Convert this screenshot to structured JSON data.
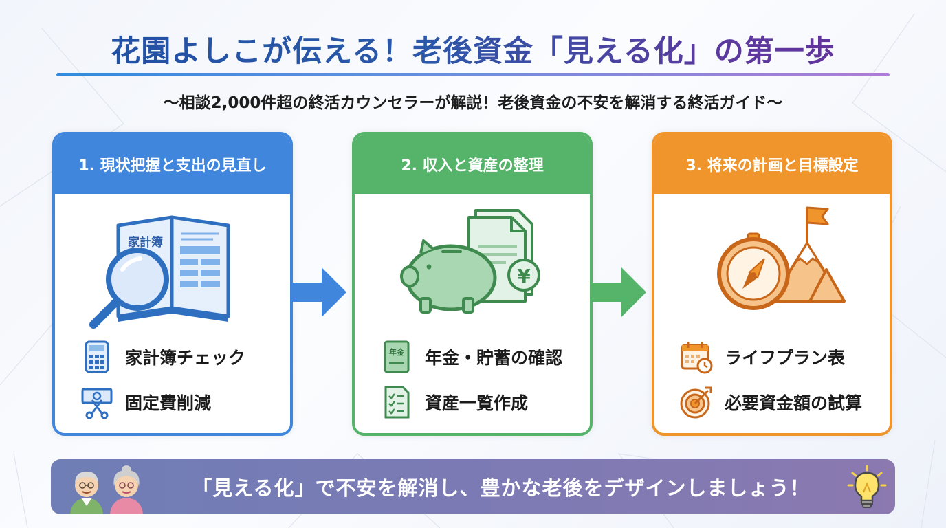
{
  "title": "花園よしこが伝える！老後資金「見える化」の第一歩",
  "subtitle": "〜相談2,000件超の終活カウンセラーが解説！老後資金の不安を解消する終活ガイド〜",
  "colors": {
    "step1": "#3f86dc",
    "step2": "#56b46a",
    "step3": "#f0952c",
    "banner": "#7c7ab4"
  },
  "steps": [
    {
      "heading": "1. 現状把握と支出の見直し",
      "illustration": "magnifier-over-household-ledger",
      "book_label": "家計簿",
      "items": [
        {
          "icon": "calculator-icon",
          "label": "家計簿チェック"
        },
        {
          "icon": "scissors-cutting-bill-icon",
          "label": "固定費削減"
        }
      ]
    },
    {
      "heading": "2. 収入と資産の整理",
      "illustration": "piggy-bank-with-document-and-yen-coin",
      "coin_label": "¥",
      "items": [
        {
          "icon": "pension-book-icon",
          "label": "年金・貯蓄の確認",
          "icon_text": "年金"
        },
        {
          "icon": "checklist-icon",
          "label": "資産一覧作成"
        }
      ]
    },
    {
      "heading": "3. 将来の計画と目標設定",
      "illustration": "compass-and-mountain-with-flag",
      "items": [
        {
          "icon": "calendar-clock-icon",
          "label": "ライフプラン表"
        },
        {
          "icon": "target-arrow-icon",
          "label": "必要資金額の試算"
        }
      ]
    }
  ],
  "banner": {
    "text": "「見える化」で不安を解消し、豊かな老後をデザインしましょう！",
    "left_icon": "elderly-couple-icon",
    "right_icon": "lightbulb-icon"
  }
}
